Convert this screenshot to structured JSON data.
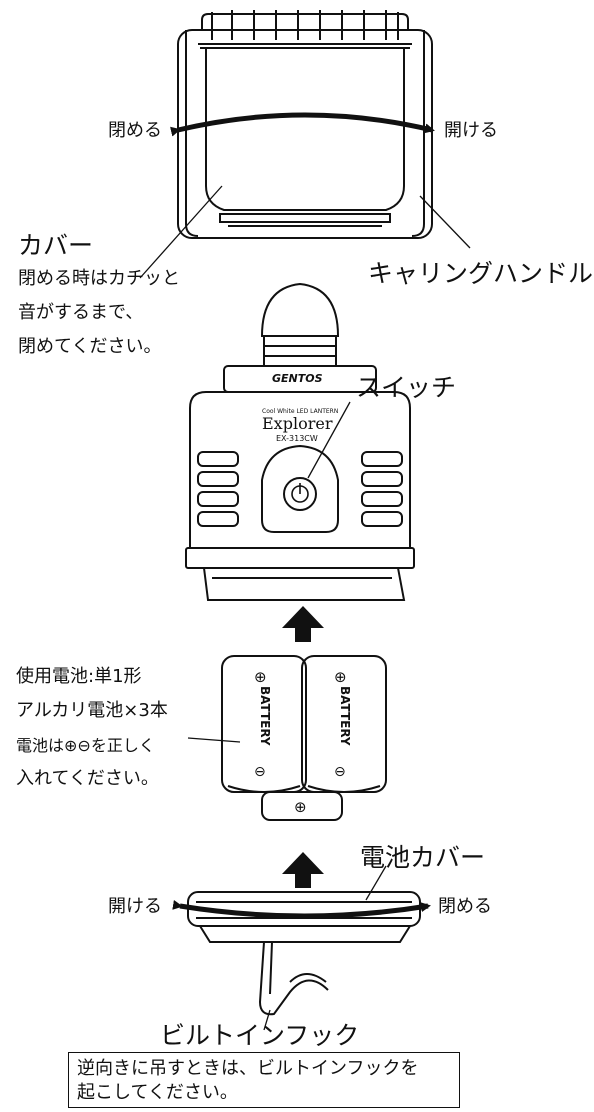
{
  "cover": {
    "close_label": "閉める",
    "open_label": "開ける",
    "title": "カバー",
    "note_lines": [
      "閉める時はカチッと",
      "音がするまで、",
      "閉めてください。"
    ]
  },
  "handle_label": "キャリングハンドル",
  "lantern": {
    "brand": "GENTOS",
    "subtitle": "Cool White LED LANTERN",
    "model_name": "Explorer",
    "model_code": "EX-313CW",
    "switch_label": "スイッチ"
  },
  "battery": {
    "spec_lines": [
      "使用電池:単1形",
      "アルカリ電池×3本"
    ],
    "polarity_lines": [
      "電池は⊕⊖を正しく",
      "入れてください。"
    ],
    "cell_label": "BATTERY",
    "plus_symbol": "⊕",
    "minus_symbol": "⊖"
  },
  "battery_cover": {
    "title": "電池カバー",
    "open_label": "開ける",
    "close_label": "閉める"
  },
  "hook": {
    "title": "ビルトインフック",
    "note_lines": [
      "逆向きに吊すときは、ビルトインフックを",
      "起こしてください。"
    ]
  }
}
